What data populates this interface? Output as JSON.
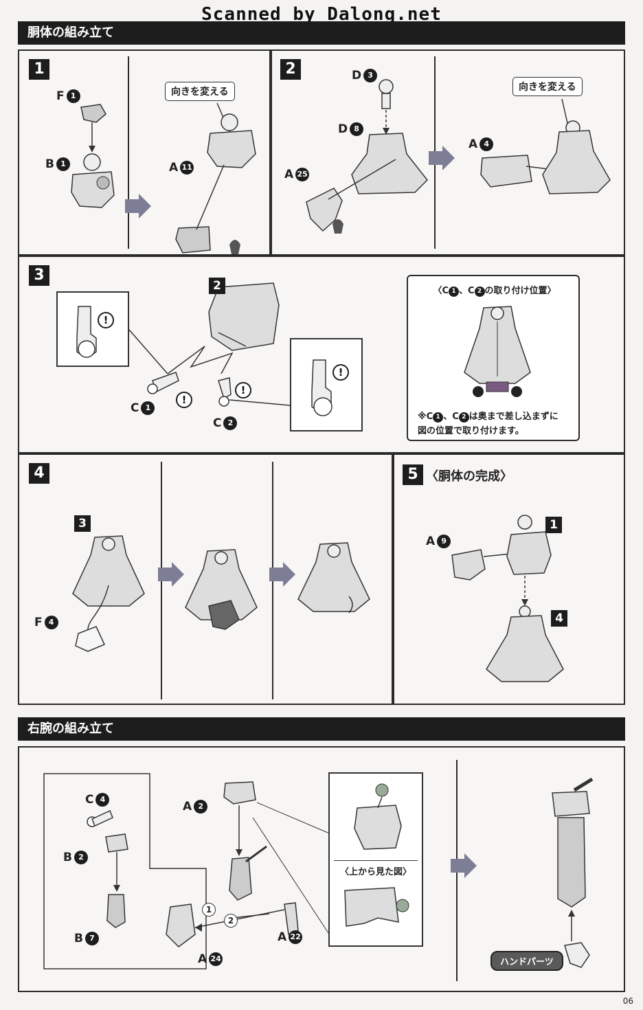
{
  "watermark": "Scanned by Dalong.net",
  "sections": {
    "torso": "胴体の組み立て",
    "right_arm": "右腕の組み立て"
  },
  "steps": {
    "s1": "1",
    "s2": "2",
    "s3": "3",
    "s4": "4",
    "s5": "5",
    "s5_title": "〈胴体の完成〉"
  },
  "callouts": {
    "rotate": "向きを変える",
    "top_view": "〈上から見た図〉",
    "hand_parts": "ハンドパーツ"
  },
  "note": {
    "title_prefix": "〈C",
    "n1": "1",
    "mid": "、C",
    "n2": "2",
    "title_suffix": "の取り付け位置〉",
    "line1_prefix": "※C",
    "line1_mid": "、C",
    "line1_suffix": "は奥まで差し込まずに",
    "line2": "図の位置で取り付けます。"
  },
  "warn_symbol": "!",
  "parts": {
    "f1": {
      "letter": "F",
      "num": "1"
    },
    "b1": {
      "letter": "B",
      "num": "1"
    },
    "a11": {
      "letter": "A",
      "num": "11"
    },
    "d3": {
      "letter": "D",
      "num": "3"
    },
    "d8": {
      "letter": "D",
      "num": "8"
    },
    "a25": {
      "letter": "A",
      "num": "25"
    },
    "a4": {
      "letter": "A",
      "num": "4"
    },
    "c1": {
      "letter": "C",
      "num": "1"
    },
    "c2": {
      "letter": "C",
      "num": "2"
    },
    "f4": {
      "letter": "F",
      "num": "4"
    },
    "a9": {
      "letter": "A",
      "num": "9"
    },
    "c4": {
      "letter": "C",
      "num": "4"
    },
    "b2": {
      "letter": "B",
      "num": "2"
    },
    "b7": {
      "letter": "B",
      "num": "7"
    },
    "a2": {
      "letter": "A",
      "num": "2"
    },
    "a22": {
      "letter": "A",
      "num": "22"
    },
    "a24": {
      "letter": "A",
      "num": "24"
    }
  },
  "order": {
    "first": "1",
    "second": "2"
  },
  "page_number": "06"
}
